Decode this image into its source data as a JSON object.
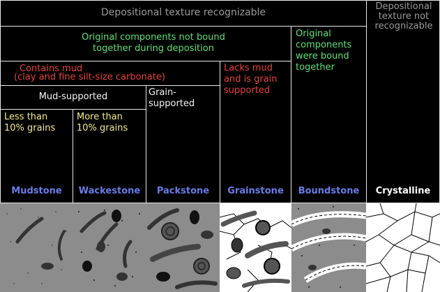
{
  "header": {
    "recognizable": "Depositional texture recognizable",
    "not_recognizable": "Depositional texture not recognizable"
  },
  "levels": {
    "not_bound": "Original components not bound together during deposition",
    "bound": "Original components were bound together",
    "contains_mud": "Contains mud",
    "contains_mud_detail": "(clay and fine silt-size carbonate)",
    "lacks_mud": "Lacks mud and is grain supported",
    "mud_supported": "Mud-supported",
    "grain_supported": "Grain-supported",
    "less_than": "Less than 10% grains",
    "more_than": "More than 10% grains"
  },
  "rock_types": [
    "Mudstone",
    "Wackestone",
    "Packstone",
    "Grainstone",
    "Boundstone",
    "Crystalline"
  ],
  "colors": {
    "gray_text": "#9a9a9a",
    "green_text": "#5fe07a",
    "red_text": "#e84040",
    "yellow_text": "#f2ec8a",
    "blue_text": "#6a7be8",
    "mud": "#8c8c8c"
  }
}
